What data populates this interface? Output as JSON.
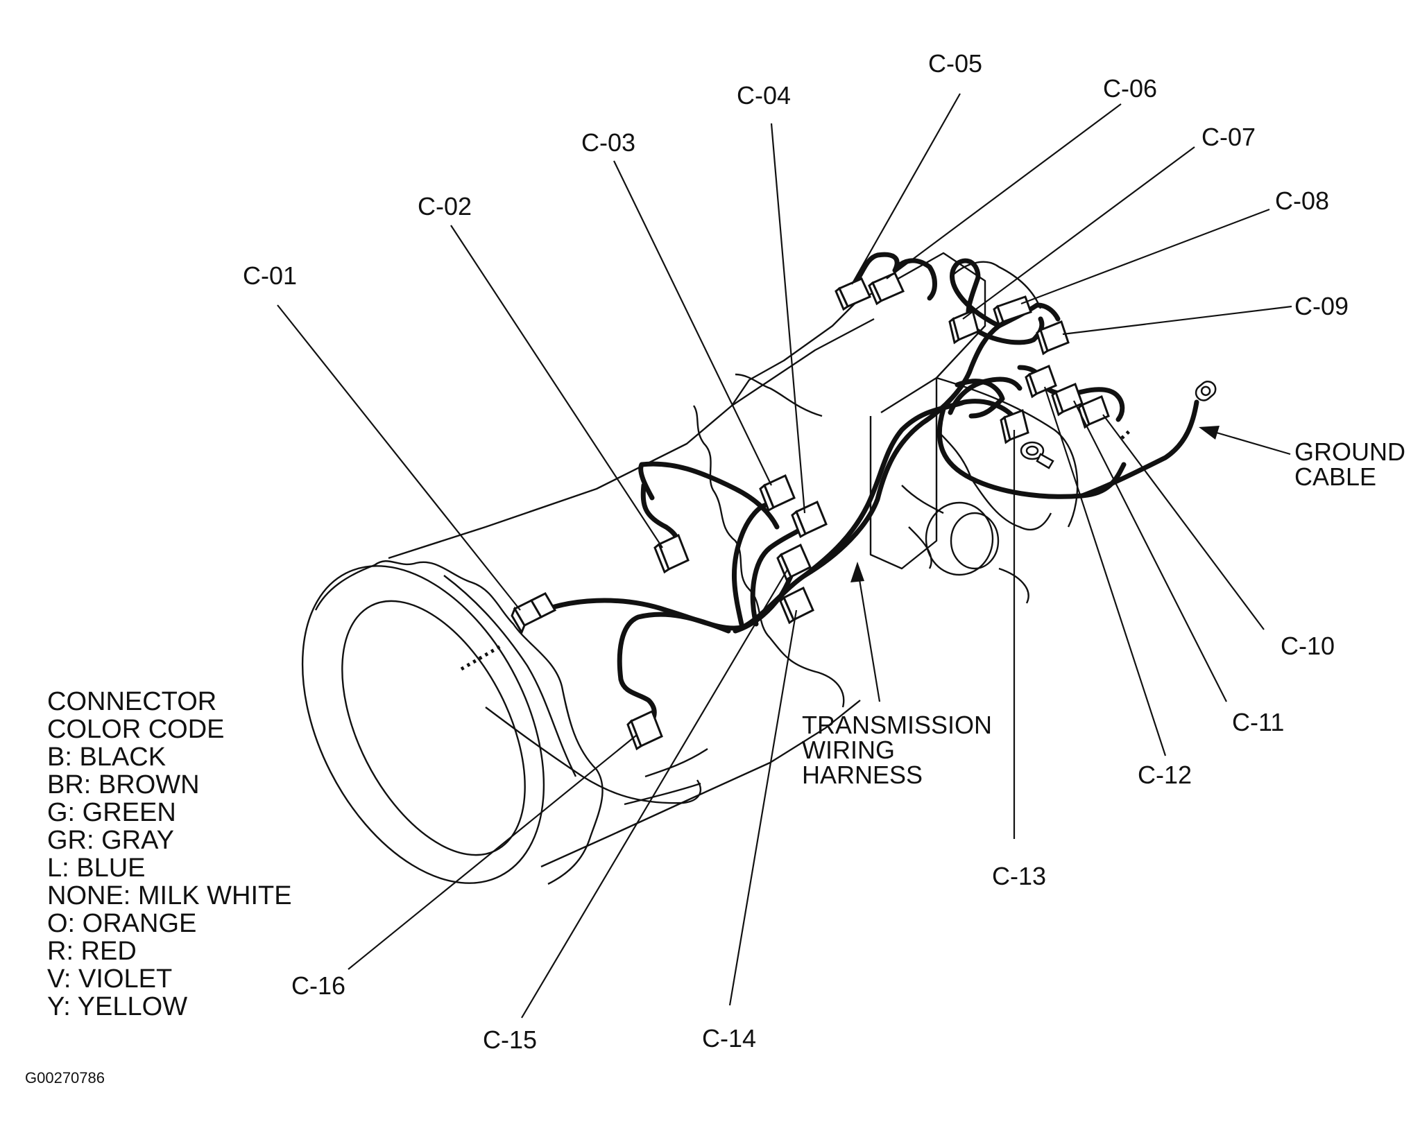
{
  "diagram": {
    "connectors": [
      {
        "id": "c01",
        "label": "C-01"
      },
      {
        "id": "c02",
        "label": "C-02"
      },
      {
        "id": "c03",
        "label": "C-03"
      },
      {
        "id": "c04",
        "label": "C-04"
      },
      {
        "id": "c05",
        "label": "C-05"
      },
      {
        "id": "c06",
        "label": "C-06"
      },
      {
        "id": "c07",
        "label": "C-07"
      },
      {
        "id": "c08",
        "label": "C-08"
      },
      {
        "id": "c09",
        "label": "C-09"
      },
      {
        "id": "c10",
        "label": "C-10"
      },
      {
        "id": "c11",
        "label": "C-11"
      },
      {
        "id": "c12",
        "label": "C-12"
      },
      {
        "id": "c13",
        "label": "C-13"
      },
      {
        "id": "c14",
        "label": "C-14"
      },
      {
        "id": "c15",
        "label": "C-15"
      },
      {
        "id": "c16",
        "label": "C-16"
      }
    ],
    "callouts": {
      "ground_cable": [
        "GROUND",
        "CABLE"
      ],
      "transmission_harness": [
        "TRANSMISSION",
        "WIRING",
        "HARNESS"
      ]
    },
    "legend": {
      "lines": [
        "CONNECTOR",
        "COLOR CODE",
        "B: BLACK",
        "BR: BROWN",
        "G: GREEN",
        "GR: GRAY",
        "L: BLUE",
        "NONE: MILK WHITE",
        "O: ORANGE",
        "R: RED",
        "V: VIOLET",
        "Y: YELLOW"
      ]
    },
    "image_code": "G00270786"
  }
}
